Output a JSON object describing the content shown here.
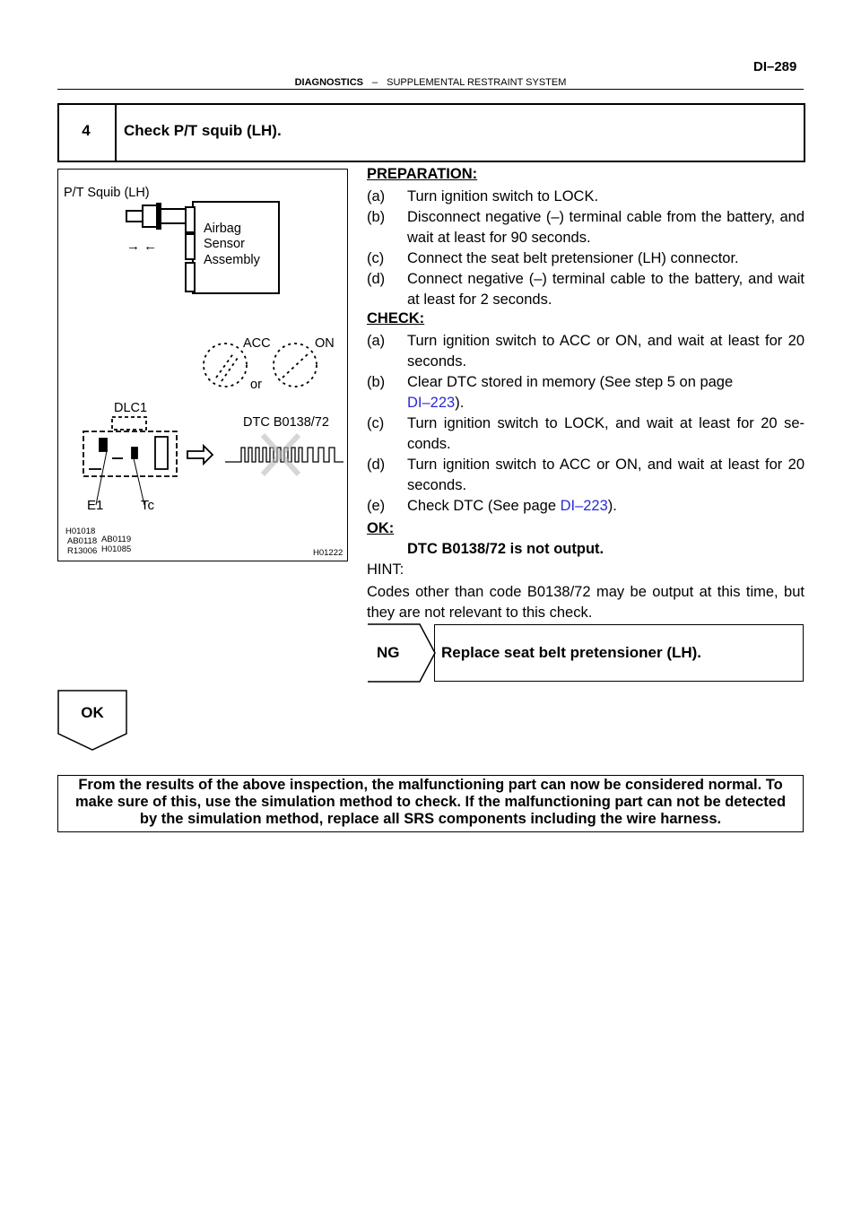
{
  "header": {
    "page_number": "DI–289",
    "section": "DIAGNOSTICS",
    "separator": "–",
    "subsection": "SUPPLEMENTAL RESTRAINT SYSTEM"
  },
  "step": {
    "number": "4",
    "title": "Check P/T squib (LH)."
  },
  "figure": {
    "squib_label": "P/T Squib (LH)",
    "arrows": "→ ←",
    "sensor_line1": "Airbag",
    "sensor_line2": "Sensor",
    "sensor_line3": "Assembly",
    "acc": "ACC",
    "on": "ON",
    "or": "or",
    "dlc": "DLC1",
    "dtc": "DTC B0138/72",
    "e1": "E1",
    "tc": "Tc",
    "ref1": "H01018",
    "ref2": "AB0118",
    "ref3": "AB0119",
    "ref4": "R13006",
    "ref5": "H01085",
    "ref_main": "H01222"
  },
  "preparation": {
    "label": "PREPARATION:",
    "items": [
      {
        "marker": "(a)",
        "text": "Turn ignition switch to LOCK."
      },
      {
        "marker": "(b)",
        "text": "Disconnect negative (–) terminal cable from the battery, and wait at least for 90 seconds."
      },
      {
        "marker": "(c)",
        "text": "Connect the seat belt pretensioner (LH) connector."
      },
      {
        "marker": "(d)",
        "text": "Connect negative (–) terminal cable to the battery, and wait at least for 2 seconds."
      }
    ]
  },
  "check": {
    "label": "CHECK:",
    "items": [
      {
        "marker": "(a)",
        "text": "Turn ignition switch to ACC or ON, and wait at least for 20 seconds."
      },
      {
        "marker": "(b)",
        "text_before": "Clear DTC stored in memory (See step 5 on page",
        "link": "DI–223",
        "text_after": ")."
      },
      {
        "marker": "(c)",
        "text": "Turn ignition switch to LOCK, and wait at least for 20 se- conds."
      },
      {
        "marker": "(d)",
        "text": "Turn ignition switch to ACC or ON, and wait at least for 20 seconds."
      },
      {
        "marker": "(e)",
        "text_before": "Check DTC (See page ",
        "link": "DI–223",
        "text_after": ")."
      }
    ]
  },
  "ok": {
    "label": "OK:",
    "detail": "DTC B0138/72 is not output."
  },
  "hint": {
    "label": "HINT:",
    "text": "Codes other than code B0138/72 may be output at this time, but they are not relevant to this check."
  },
  "ng": {
    "label": "NG",
    "action": "Replace seat belt pretensioner (LH)."
  },
  "ok_flow": {
    "label": "OK"
  },
  "final": {
    "text": "From the results of the above inspection, the malfunctioning part can now be considered normal. To make sure of this, use the simulation method to check. If the malfunctioning part can not be detected by the simulation method, replace all SRS components including the wire harness."
  }
}
